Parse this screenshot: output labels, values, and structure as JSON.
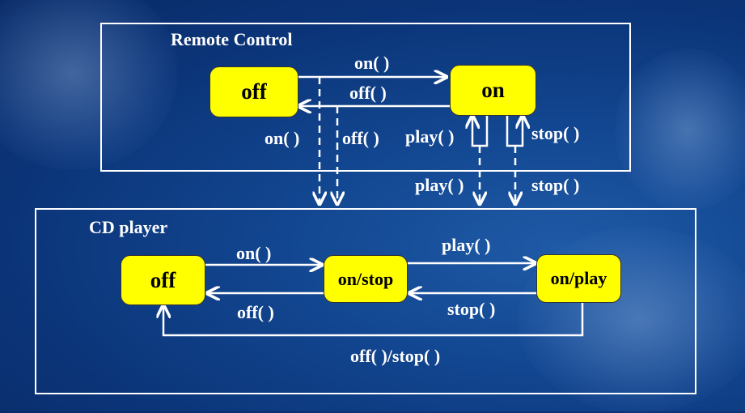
{
  "remote": {
    "title": "Remote Control",
    "states": {
      "off": "off",
      "on": "on"
    },
    "labels": {
      "on_top": "on( )",
      "off_top": "off( )",
      "on_left": "on( )",
      "off_mid": "off( )",
      "play_side": "play( )",
      "stop_side": "stop( )"
    }
  },
  "between": {
    "play": "play( )",
    "stop": "stop( )"
  },
  "cd": {
    "title": "CD player",
    "states": {
      "off": "off",
      "on_stop": "on/stop",
      "on_play": "on/play"
    },
    "labels": {
      "on": "on( )",
      "off": "off( )",
      "play": "play( )",
      "stop": "stop( )",
      "off_stop": "off( )/stop( )"
    }
  },
  "colors": {
    "state_fill": "#ffff00",
    "line": "#ffffff"
  }
}
